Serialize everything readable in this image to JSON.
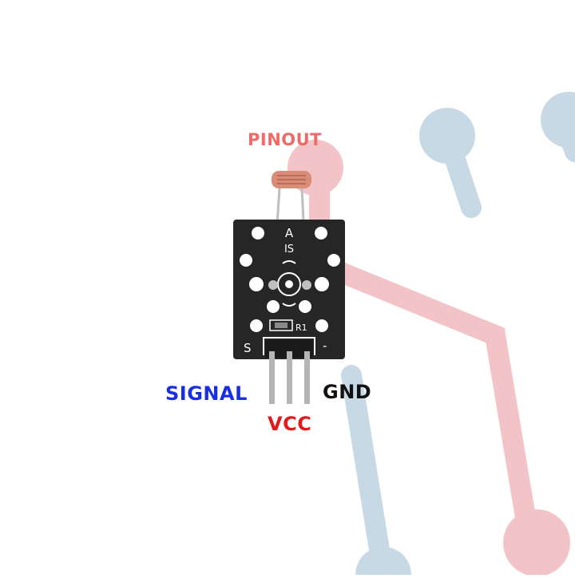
{
  "diagram": {
    "title": "PINOUT",
    "pins": [
      {
        "label": "SIGNAL",
        "color": "#1a2fe0"
      },
      {
        "label": "VCC",
        "color": "#e01b1b"
      },
      {
        "label": "GND",
        "color": "#111111"
      }
    ],
    "board": {
      "silkscreen_top": "A",
      "silkscreen_id": "IS",
      "resistor_label": "R1",
      "left_marker": "S",
      "right_marker": "-"
    },
    "colors": {
      "title": "#f06a6a",
      "board": "#262626",
      "trace_red": "#f2c4c8",
      "trace_blue": "#c8d9e6",
      "sensor": "#d98c78"
    },
    "icons": [
      "photoresistor-icon",
      "pcb-module-icon"
    ]
  }
}
